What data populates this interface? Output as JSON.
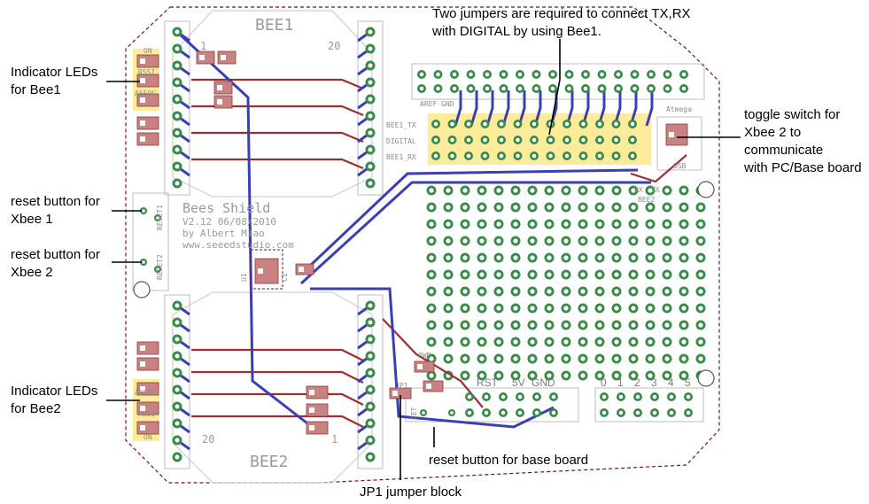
{
  "annotations": {
    "leds_bee1": [
      "Indicator LEDs",
      "for Bee1"
    ],
    "reset_xbee1": [
      "reset button for",
      "Xbee 1"
    ],
    "reset_xbee2": [
      "reset button for",
      "Xbee 2"
    ],
    "leds_bee2": [
      "Indicator LEDs",
      "for Bee2"
    ],
    "jumpers_top": [
      "Two jumpers are required to connect TX,RX",
      "with DIGITAL by using Bee1."
    ],
    "toggle_switch": [
      "toggle switch for",
      "Xbee 2 to",
      "communicate",
      "with PC/Base board"
    ],
    "reset_base": "reset button for base board",
    "jp1": "JP1 jumper block"
  },
  "board": {
    "bee1_label": "BEE1",
    "bee2_label": "BEE2",
    "bee1_pin_first": "1",
    "bee1_pin_last": "20",
    "bee2_pin_first": "1",
    "bee2_pin_last": "20",
    "title_lines": [
      "Bees Shield",
      "V2.12 06/08/2010",
      "by Albert Miao",
      "www.seeedstudio.com"
    ],
    "row_bee1_tx": "BEE1_TX",
    "row_digital": "DIGITAL",
    "row_bee1_rx": "BEE1_RX",
    "aref_gnd": "AREF GND",
    "atmega": "Atmega",
    "usb": "USB",
    "rx": "RX",
    "tx": "TX",
    "bee2_small": "BEE2",
    "reset1": "RESET1",
    "reset2": "RESET2",
    "u1": "U1",
    "c1": "C1",
    "pwr": "PWR",
    "jp1": "JP1",
    "set": "SET",
    "power_header": [
      "RST",
      "5V",
      "GND"
    ],
    "analog_header": [
      "0",
      "1",
      "2",
      "3",
      "4",
      "5"
    ],
    "led_labels": [
      "ON",
      "RSSI",
      "ASSOC"
    ]
  },
  "colors": {
    "trace_blue": "#3b3fb4",
    "trace_red": "#9c2f34",
    "pad_green": "#3a8a4a",
    "pad_pink": "#c98282",
    "highlight_yellow": "#ffe98a",
    "outline": "#6b1420"
  }
}
